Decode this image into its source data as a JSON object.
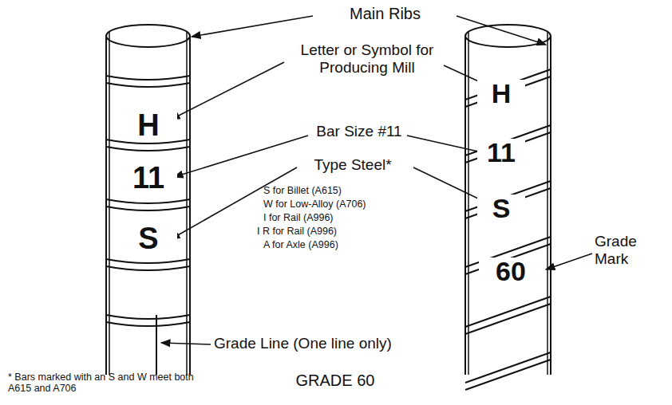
{
  "diagram": {
    "caption": "GRADE 60",
    "labels": [
      "Main Ribs",
      "Letter or Symbol for Producing Mill",
      "H",
      "H",
      "Bar Size #11",
      "11",
      "11",
      "Type Steel*",
      "S",
      "S",
      "S for Billet (A615)",
      "W for Low-Alloy (A706)",
      "I for Rail (A996)",
      "I R for Rail (A996)",
      "A for Axle (A996)",
      "Grade Mark",
      "60",
      "Grade Line (One line only)",
      "* Bars marked with an S and W meet both A615 and A706"
    ]
  }
}
